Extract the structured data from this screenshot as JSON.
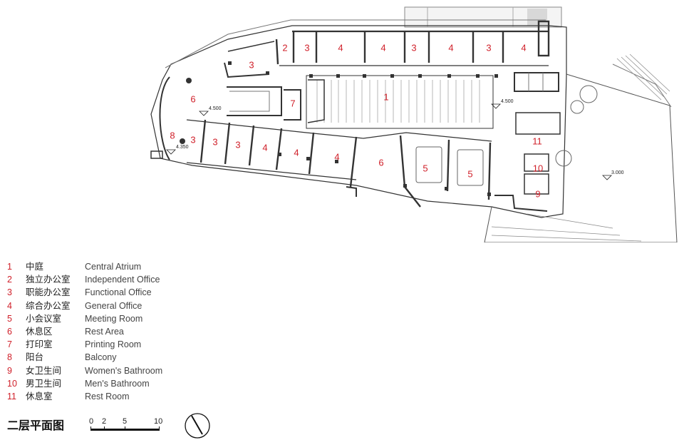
{
  "rooms": [
    {
      "num": "1",
      "cn": "中庭",
      "en": "Central Atrium"
    },
    {
      "num": "2",
      "cn": "独立办公室",
      "en": "Independent Office"
    },
    {
      "num": "3",
      "cn": "职能办公室",
      "en": "Functional Office"
    },
    {
      "num": "4",
      "cn": "综合办公室",
      "en": "General Office"
    },
    {
      "num": "5",
      "cn": "小会议室",
      "en": "Meeting Room"
    },
    {
      "num": "6",
      "cn": "休息区",
      "en": "Rest Area"
    },
    {
      "num": "7",
      "cn": "打印室",
      "en": "Printing Room"
    },
    {
      "num": "8",
      "cn": "阳台",
      "en": "Balcony"
    },
    {
      "num": "9",
      "cn": "女卫生间",
      "en": "Women's Bathroom"
    },
    {
      "num": "10",
      "cn": "男卫生间",
      "en": "Men's Bathroom"
    },
    {
      "num": "11",
      "cn": "休息室",
      "en": "Rest Room"
    }
  ],
  "plan_labels": [
    "3",
    "2",
    "3",
    "4",
    "4",
    "3",
    "4",
    "3",
    "4",
    "6",
    "7",
    "1",
    "8",
    "3",
    "3",
    "3",
    "4",
    "4",
    "4",
    "6",
    "5",
    "5",
    "11",
    "10",
    "9"
  ],
  "elevations": [
    "4.500",
    "4.500",
    "4.350",
    "3.000"
  ],
  "title": "二层平面图",
  "scale": {
    "marks": [
      "0",
      "2",
      "5",
      "10"
    ]
  },
  "colors": {
    "label_red": "#d0202a",
    "wall": "#333333",
    "background": "#ffffff"
  }
}
